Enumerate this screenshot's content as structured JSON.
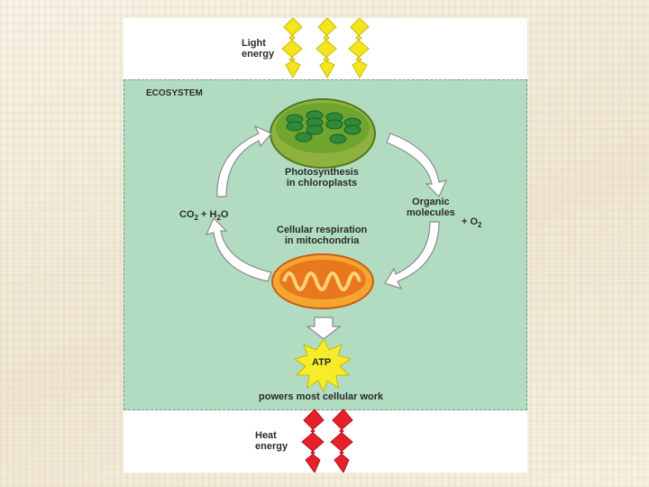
{
  "light_energy": "Light\nenergy",
  "ecosystem_label": "ECOSYSTEM",
  "photosynthesis": "Photosynthesis\nin chloroplasts",
  "co2_h2o": {
    "co": "CO",
    "sub2": "2",
    "plus_h": " + H",
    "sub2b": "2",
    "o": "O"
  },
  "organic_molecules": "Organic\nmolecules",
  "o2": {
    "plus_o": "+ O",
    "sub2": "2"
  },
  "respiration": "Cellular respiration\nin mitochondria",
  "atp": "ATP",
  "powers": "powers most cellular work",
  "heat_energy": "Heat\nenergy",
  "colors": {
    "ecosystem_fill": "#b2dcc1",
    "light_bolt": "#f5e51e",
    "heat_bolt": "#e8202a",
    "chloroplast": "#5a9c32",
    "mitochondrion": "#e8781e",
    "atp_star": "#f7ec2a"
  }
}
